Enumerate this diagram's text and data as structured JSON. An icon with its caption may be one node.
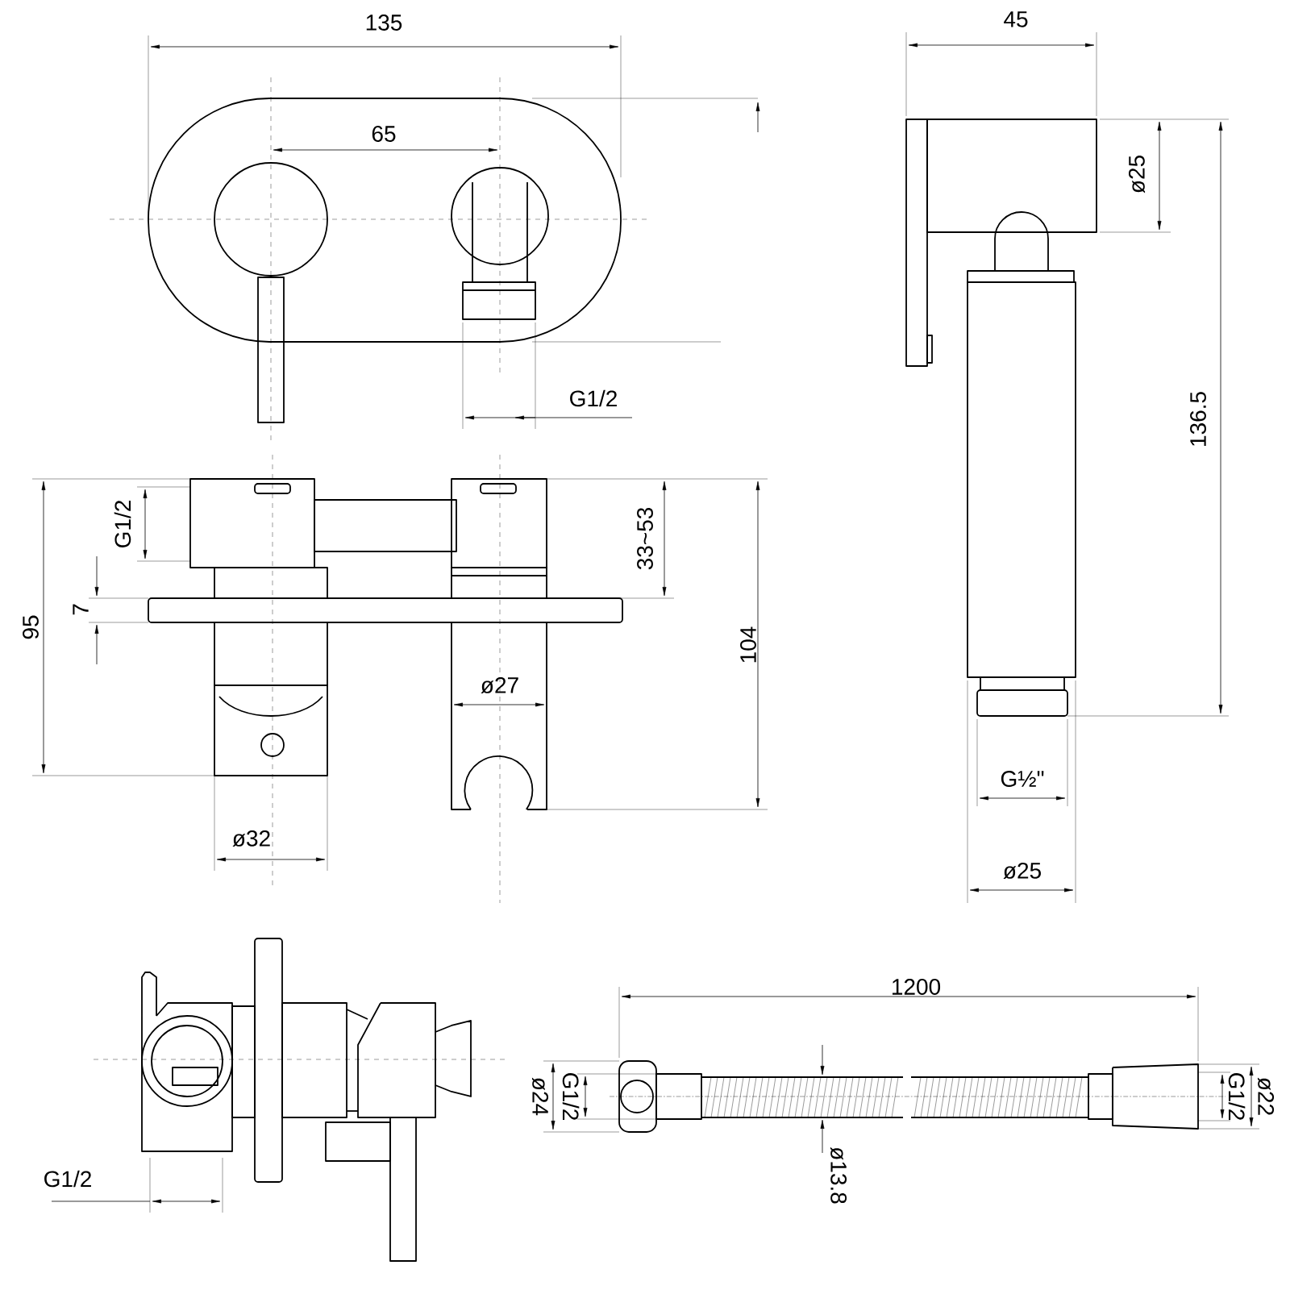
{
  "diagram": {
    "labels": [
      "135",
      "45",
      "65",
      "ø25",
      "136.5",
      "G1/2",
      "G1/2",
      "33~53",
      "95",
      "7",
      "104",
      "ø27",
      "G½\"",
      "ø32",
      "ø25",
      "1200",
      "ø24",
      "G1/2",
      "G1/2",
      "ø22",
      "ø13.8",
      "G1/2"
    ]
  }
}
